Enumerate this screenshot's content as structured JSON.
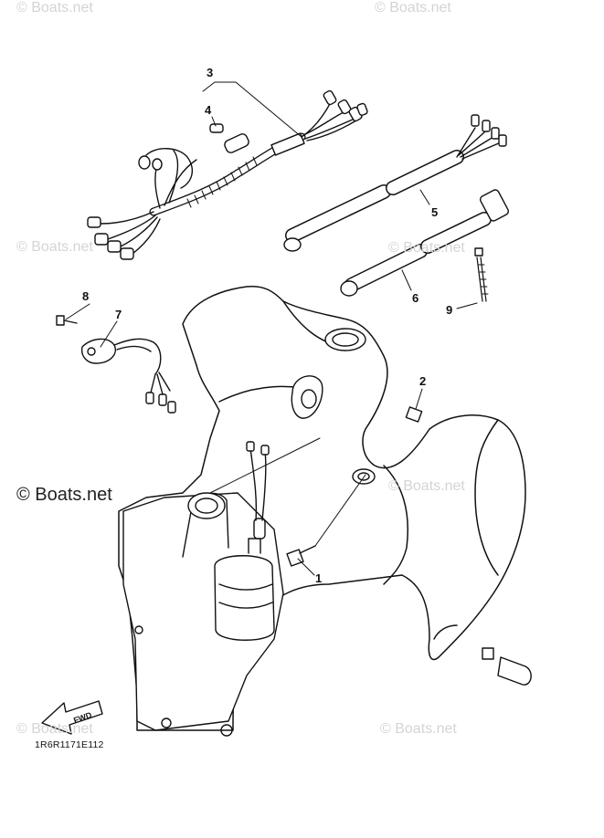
{
  "diagram": {
    "callouts": [
      {
        "id": "1",
        "label": "1"
      },
      {
        "id": "2",
        "label": "2"
      },
      {
        "id": "3",
        "label": "3"
      },
      {
        "id": "4",
        "label": "4"
      },
      {
        "id": "5",
        "label": "5"
      },
      {
        "id": "6",
        "label": "6"
      },
      {
        "id": "7",
        "label": "7"
      },
      {
        "id": "8",
        "label": "8"
      },
      {
        "id": "9",
        "label": "9"
      }
    ],
    "part_code": "1R6R1171E112",
    "direction_label": "FWD"
  },
  "watermarks": {
    "main": "© Boats.net",
    "faint": "© Boats.net"
  }
}
